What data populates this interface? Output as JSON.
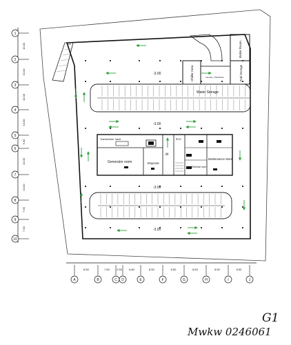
{
  "levels": {
    "top": "-3.00",
    "middle": "-3.00",
    "lower": "-3.00",
    "bottom": "-3.00"
  },
  "rooms": {
    "boiler_room": "Boiler Room",
    "chiller_area": "Chiller Area",
    "water_storage": "Water Storage",
    "fuel_storage": "Fuel Storage",
    "laundry_note": "Laundry / Wardrobe",
    "transformer": "Transformer Vault",
    "generator_room": "Generator room",
    "daycare": "Daycare",
    "lift": "lift",
    "stair_upper": "S.U",
    "maintenance_store": "Maintenance Store",
    "electrical": "Electrical room"
  },
  "grid": {
    "rows": [
      {
        "label": "1"
      },
      {
        "label": "2"
      },
      {
        "label": "3"
      },
      {
        "label": "4"
      },
      {
        "label": "5"
      },
      {
        "label": "6"
      },
      {
        "label": "7"
      },
      {
        "label": "8"
      },
      {
        "label": "9"
      },
      {
        "label": "10"
      }
    ],
    "row_dims": [
      "10.00",
      "10.00",
      "10.00",
      "10.00",
      "5.00",
      "10.00",
      "10.00",
      "7.50",
      "7.50"
    ],
    "cols": [
      {
        "label": "A"
      },
      {
        "label": "B"
      },
      {
        "label": "C"
      },
      {
        "label": "D"
      },
      {
        "label": "E"
      },
      {
        "label": "F"
      },
      {
        "label": "G"
      },
      {
        "label": "H"
      },
      {
        "label": "I"
      },
      {
        "label": "J"
      }
    ],
    "col_dims": [
      "8.50",
      "7.60",
      "2.50",
      "6.80",
      "8.50",
      "8.50",
      "8.50",
      "8.50",
      "8.50"
    ]
  },
  "signature": {
    "line1": "G1",
    "line2": "Mwkw 0246061"
  }
}
